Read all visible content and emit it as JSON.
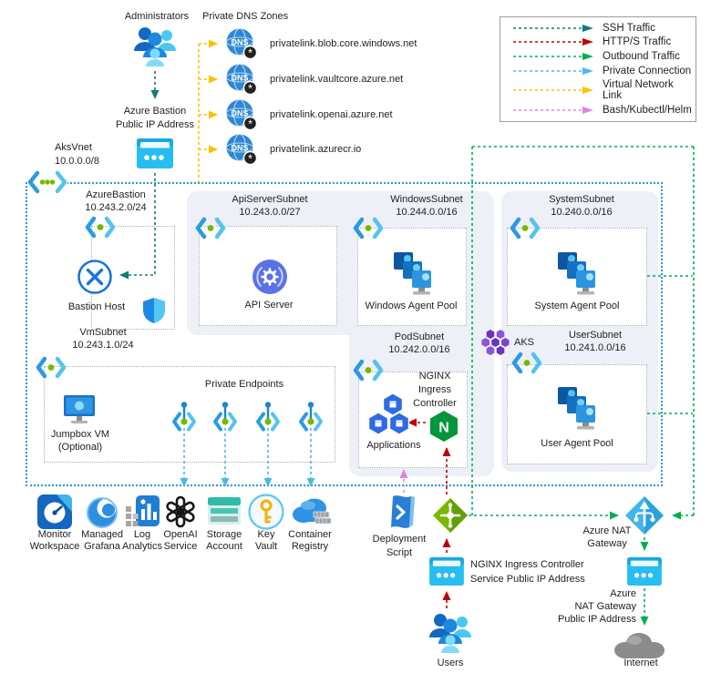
{
  "colors": {
    "ssh": "#0f7b7c",
    "http": "#c00000",
    "outbound": "#00b050",
    "private_connection": "#4db8e8",
    "vnet_link": "#ffc000",
    "bash": "#dd86e0",
    "vnet_border": "#2e95d8",
    "container_bg": "#edf0f6"
  },
  "legend": {
    "items": [
      {
        "label": "SSH Traffic",
        "color": "#0f7b7c"
      },
      {
        "label": "HTTP/S Traffic",
        "color": "#c00000"
      },
      {
        "label": "Outbound Traffic",
        "color": "#00b050"
      },
      {
        "label": "Private Connection",
        "color": "#4db8e8"
      },
      {
        "label": "Virtual Network Link",
        "color": "#ffc000"
      },
      {
        "label": "Bash/Kubectl/Helm",
        "color": "#dd86e0"
      }
    ]
  },
  "top": {
    "administrators": "Administrators",
    "bastion_ip_line1": "Azure Bastion",
    "bastion_ip_line2": "Public IP Address",
    "dns_title": "Private DNS Zones",
    "dns_zones": [
      "privatelink.blob.core.windows.net",
      "privatelink.vaultcore.azure.net",
      "privatelink.openai.azure.net",
      "privatelink.azurecr.io"
    ]
  },
  "vnet": {
    "name": "AksVnet",
    "cidr": "10.0.0.0/8"
  },
  "subnets": {
    "bastion": {
      "name": "AzureBastion",
      "cidr": "10.243.2.0/24",
      "resource": "Bastion Host"
    },
    "vm": {
      "name": "VmSubnet",
      "cidr": "10.243.1.0/24",
      "resource_line1": "Jumpbox VM",
      "resource_line2": "(Optional)",
      "endpoints_title": "Private Endpoints"
    },
    "api": {
      "name": "ApiServerSubnet",
      "cidr": "10.243.0.0/27",
      "resource": "API Server"
    },
    "windows": {
      "name": "WindowsSubnet",
      "cidr": "10.244.0.0/16",
      "resource": "Windows Agent Pool"
    },
    "system": {
      "name": "SystemSubnet",
      "cidr": "10.240.0.0/16",
      "resource": "System Agent Pool"
    },
    "pod": {
      "name": "PodSubnet",
      "cidr": "10.242.0.0/16",
      "nginx_line1": "NGINX",
      "nginx_line2": "Ingress",
      "nginx_line3": "Controller",
      "apps": "Applications"
    },
    "user": {
      "name": "UserSubnet",
      "cidr": "10.241.0.0/16",
      "resource": "User Agent Pool"
    }
  },
  "aks_label": "AKS",
  "services": [
    {
      "line1": "Monitor",
      "line2": "Workspace"
    },
    {
      "line1": "Managed",
      "line2": "Grafana"
    },
    {
      "line1": "Log",
      "line2": "Analytics"
    },
    {
      "line1": "OpenAI",
      "line2": "Service"
    },
    {
      "line1": "Storage",
      "line2": "Account"
    },
    {
      "line1": "Key",
      "line2": "Vault"
    },
    {
      "line1": "Container",
      "line2": "Registry"
    }
  ],
  "bottom": {
    "deployment_line1": "Deployment",
    "deployment_line2": "Script",
    "nginx_ip_line1": "NGINX Ingress Controller",
    "nginx_ip_line2": "Service Public IP Address",
    "users": "Users",
    "nat_line1": "Azure NAT",
    "nat_line2": "Gateway",
    "nat_ip_line1": "Azure",
    "nat_ip_line2": "NAT Gateway",
    "nat_ip_line3": "Public IP Address",
    "internet": "Internet"
  }
}
